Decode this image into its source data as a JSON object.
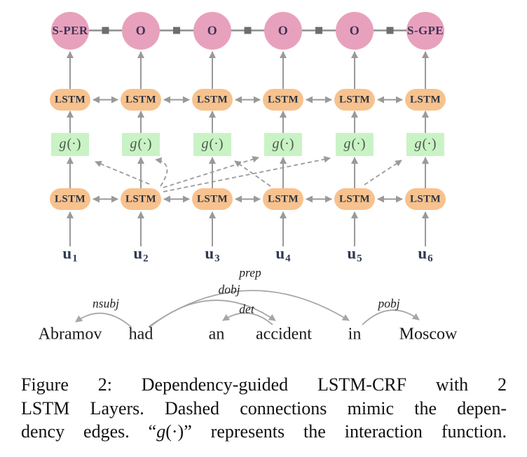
{
  "figure": {
    "tags": [
      "S-PER",
      "O",
      "O",
      "O",
      "O",
      "S-GPE"
    ],
    "lstm_label": "LSTM",
    "g_func": "g",
    "g_paren": "(·)",
    "input_base": "u",
    "input_subs": [
      "1",
      "2",
      "3",
      "4",
      "5",
      "6"
    ],
    "words": [
      "Abramov",
      "had",
      "an",
      "accident",
      "in",
      "Moscow"
    ],
    "dep_labels": {
      "nsubj": "nsubj",
      "dobj": "dobj",
      "prep": "prep",
      "det": "det",
      "pobj": "pobj"
    }
  },
  "caption": {
    "line1": "Figure 2:  Dependency-guided LSTM-CRF with 2",
    "line2": "LSTM Layers. Dashed connections mimic the depen-",
    "line3_before": "dency edges. “",
    "line3_math_g": "g",
    "line3_math_paren": "(·)",
    "line3_after": "” represents the interaction function."
  },
  "colors": {
    "tag_fill": "#e8a1bc",
    "lstm_fill": "#f7c28e",
    "g_fill": "#c9f3c5",
    "arrow_gray": "#999999",
    "dashed_gray": "#9a9a9a",
    "arc_gray": "#a6a6a6",
    "square_gray": "#6e6e6e"
  }
}
